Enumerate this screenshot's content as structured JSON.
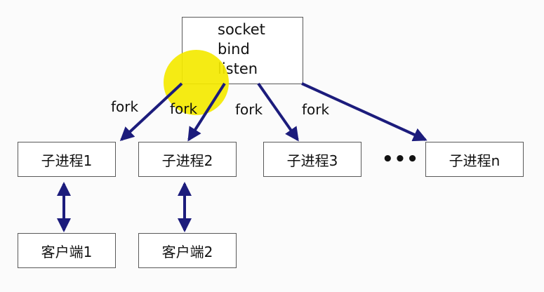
{
  "server": {
    "lines": [
      "socket",
      "bind",
      "listen"
    ]
  },
  "edges": {
    "fork_labels": [
      "fork",
      "fork",
      "fork",
      "fork"
    ]
  },
  "children": [
    {
      "label": "子进程1"
    },
    {
      "label": "子进程2"
    },
    {
      "label": "子进程3"
    },
    {
      "label": "子进程n"
    }
  ],
  "ellipsis": "•••",
  "clients": [
    {
      "label": "客户端1"
    },
    {
      "label": "客户端2"
    }
  ],
  "colors": {
    "arrow": "#1c1c7c",
    "highlight": "#f4e900",
    "box_border": "#5a5a5a"
  }
}
